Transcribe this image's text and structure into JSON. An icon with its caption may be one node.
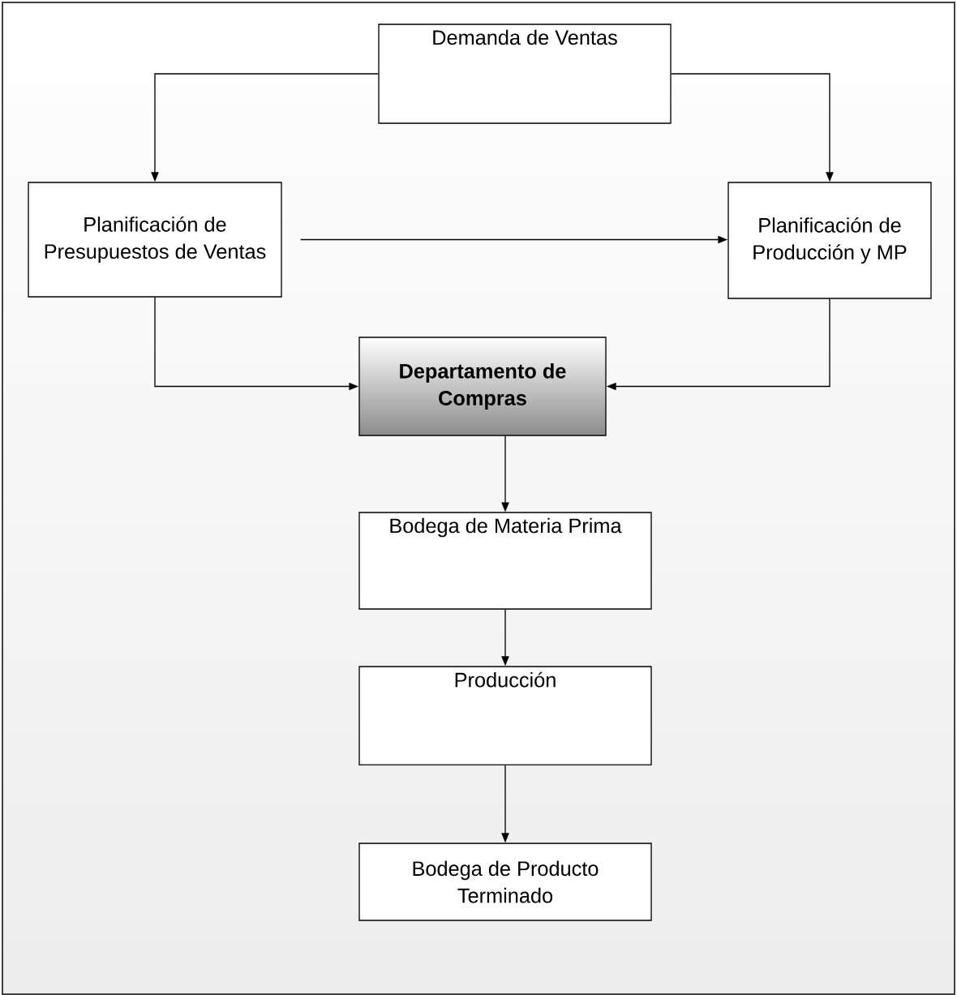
{
  "diagram": {
    "nodes": [
      {
        "text": [
          "Demanda de Ventas"
        ]
      },
      {
        "text": [
          "Planificación de Presupuestos de Ventas"
        ]
      },
      {
        "text": [
          "Planificación de Producción y MP"
        ]
      },
      {
        "text": [
          "Departamento de Compras"
        ]
      },
      {
        "text": [
          "Bodega de Materia Prima"
        ]
      },
      {
        "text": [
          "Producción"
        ]
      },
      {
        "text": [
          "Bodega de Producto Terminado"
        ]
      }
    ],
    "edges": [
      {
        "from": 0,
        "to": 1,
        "arrow": "to"
      },
      {
        "from": 0,
        "to": 2,
        "arrow": "to"
      },
      {
        "from": 1,
        "to": 2,
        "arrow": "to"
      },
      {
        "from": 1,
        "to": 3,
        "arrow": "to"
      },
      {
        "from": 2,
        "to": 3,
        "arrow": "to"
      },
      {
        "from": 3,
        "to": 4,
        "arrow": "to"
      },
      {
        "from": 4,
        "to": 5,
        "arrow": "to"
      },
      {
        "from": 5,
        "to": 6,
        "arrow": "to"
      }
    ]
  }
}
